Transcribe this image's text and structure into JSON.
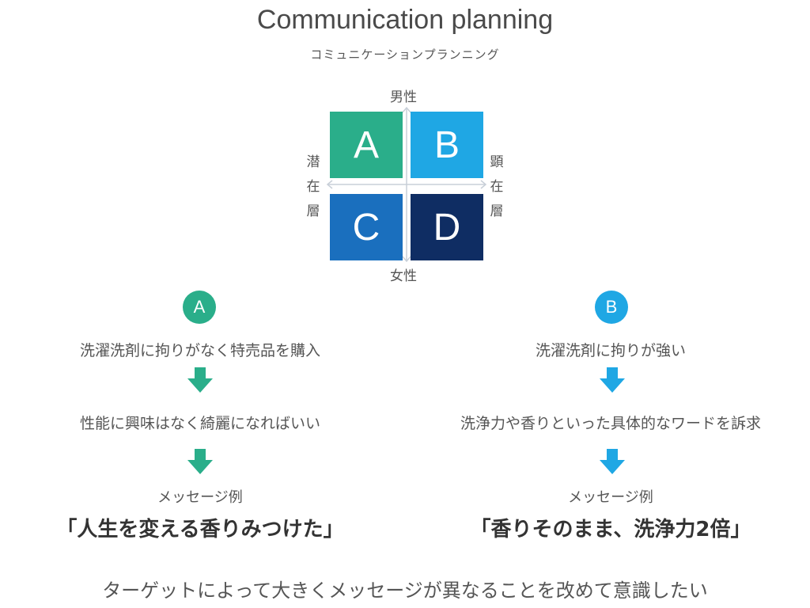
{
  "title": "Communication planning",
  "subtitle": "コミュニケーションプランニング",
  "matrix": {
    "top": "男性",
    "bottom": "女性",
    "left": [
      "潜",
      "在",
      "層"
    ],
    "right": [
      "顕",
      "在",
      "層"
    ],
    "quadrants": [
      {
        "letter": "A",
        "color": "#2aae8a"
      },
      {
        "letter": "B",
        "color": "#1fa7e4"
      },
      {
        "letter": "C",
        "color": "#1a6fbe"
      },
      {
        "letter": "D",
        "color": "#0f2d63"
      }
    ]
  },
  "flowA": {
    "badge": "A",
    "color": "#2aae8a",
    "step1": "洗濯洗剤に拘りがなく特売品を購入",
    "step2": "性能に興味はなく綺麗になればいい",
    "message_label": "メッセージ例",
    "message": "「人生を変える香りみつけた」"
  },
  "flowB": {
    "badge": "B",
    "color": "#1fa7e4",
    "step1": "洗濯洗剤に拘りが強い",
    "step2": "洗浄力や香りといった具体的なワードを訴求",
    "message_label": "メッセージ例",
    "message": "「香りそのまま、洗浄力2倍」"
  },
  "conclusion": "ターゲットによって大きくメッセージが異なることを改めて意識したい"
}
